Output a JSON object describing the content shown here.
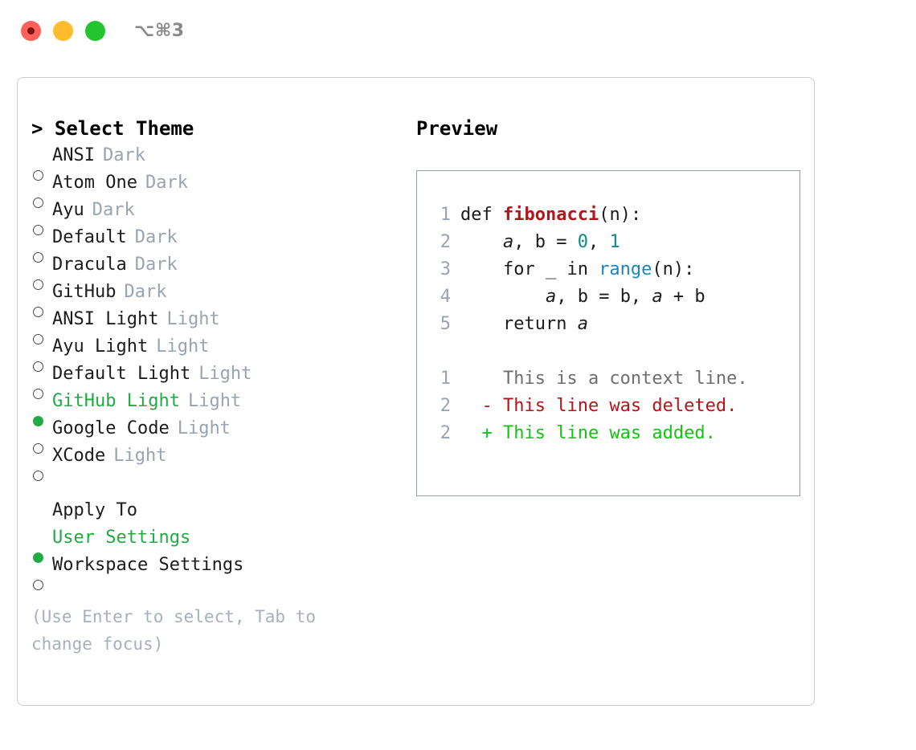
{
  "titlebar": {
    "shortcut": "⌥⌘3",
    "buttons": [
      "close",
      "minimize",
      "maximize"
    ]
  },
  "themes": {
    "heading": "> Select Theme",
    "items": [
      {
        "marker": "open",
        "label": "ANSI",
        "badge": "Dark",
        "selected": false
      },
      {
        "marker": "open",
        "label": "Atom One",
        "badge": "Dark",
        "selected": false
      },
      {
        "marker": "open",
        "label": "Ayu",
        "badge": "Dark",
        "selected": false
      },
      {
        "marker": "open",
        "label": "Default",
        "badge": "Dark",
        "selected": false
      },
      {
        "marker": "open",
        "label": "Dracula",
        "badge": "Dark",
        "selected": false
      },
      {
        "marker": "open",
        "label": "GitHub",
        "badge": "Dark",
        "selected": false
      },
      {
        "marker": "open",
        "label": "ANSI Light",
        "badge": "Light",
        "selected": false
      },
      {
        "marker": "open",
        "label": "Ayu Light",
        "badge": "Light",
        "selected": false
      },
      {
        "marker": "open",
        "label": "Default Light",
        "badge": "Light",
        "selected": false
      },
      {
        "marker": "filled",
        "label": "GitHub Light",
        "badge": "Light",
        "selected": true
      },
      {
        "marker": "open",
        "label": "Google Code",
        "badge": "Light",
        "selected": false
      },
      {
        "marker": "open",
        "label": "XCode",
        "badge": "Light",
        "selected": false
      }
    ]
  },
  "apply_to": {
    "heading": "Apply To",
    "items": [
      {
        "marker": "filled",
        "label": "User Settings",
        "selected": true
      },
      {
        "marker": "open",
        "label": "Workspace Settings",
        "selected": false
      }
    ]
  },
  "hint": "(Use Enter to select, Tab to change focus)",
  "preview": {
    "title": "Preview",
    "code": [
      {
        "num": "1",
        "parts": [
          {
            "t": "def ",
            "k": "plain"
          },
          {
            "t": "fibonacci",
            "k": "fn"
          },
          {
            "t": "(n):",
            "k": "plain"
          }
        ]
      },
      {
        "num": "2",
        "parts": [
          {
            "t": "    ",
            "k": "plain"
          },
          {
            "t": "a",
            "k": "var"
          },
          {
            "t": ", ",
            "k": "plain"
          },
          {
            "t": "b",
            "k": "plain"
          },
          {
            "t": " = ",
            "k": "plain"
          },
          {
            "t": "0",
            "k": "num"
          },
          {
            "t": ", ",
            "k": "plain"
          },
          {
            "t": "1",
            "k": "num"
          }
        ]
      },
      {
        "num": "3",
        "parts": [
          {
            "t": "    for _ in ",
            "k": "plain"
          },
          {
            "t": "range",
            "k": "builtin"
          },
          {
            "t": "(n):",
            "k": "plain"
          }
        ]
      },
      {
        "num": "4",
        "parts": [
          {
            "t": "        ",
            "k": "plain"
          },
          {
            "t": "a",
            "k": "var"
          },
          {
            "t": ", b = b, ",
            "k": "plain"
          },
          {
            "t": "a",
            "k": "var"
          },
          {
            "t": " + b",
            "k": "plain"
          }
        ]
      },
      {
        "num": "5",
        "parts": [
          {
            "t": "    return ",
            "k": "plain"
          },
          {
            "t": "a",
            "k": "var"
          }
        ]
      }
    ],
    "diff": [
      {
        "num": "1",
        "sign": " ",
        "text": "This is a context line.",
        "kind": "context"
      },
      {
        "num": "2",
        "sign": "-",
        "text": "This line was deleted.",
        "kind": "deleted"
      },
      {
        "num": "2",
        "sign": "+",
        "text": "This line was added.",
        "kind": "added"
      }
    ]
  },
  "colors": {
    "selected_green": "#22aa44",
    "added_green": "#13c413",
    "deleted_red": "#b3151a",
    "function_red": "#b3151a",
    "number_teal": "#118a86",
    "builtin_blue": "#1a84c7",
    "muted_gray": "#9aa4b0",
    "panel_border": "#c9ccd1",
    "preview_border": "#96a0ad"
  }
}
